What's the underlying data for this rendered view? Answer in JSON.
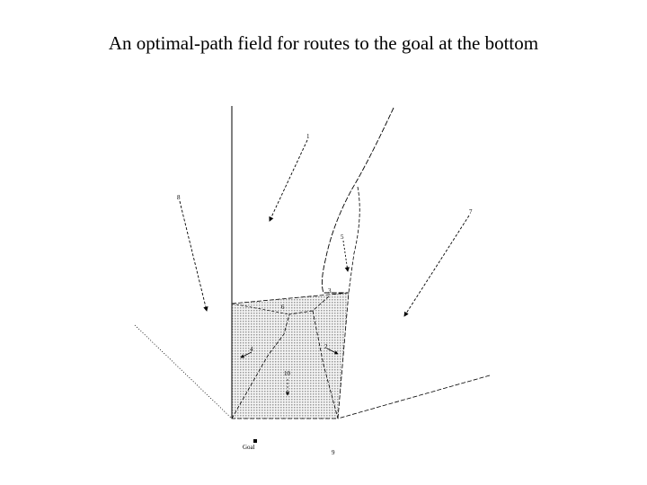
{
  "slide": {
    "title": "An optimal-path field for routes to the goal at the bottom"
  },
  "diagram": {
    "goal_label": "Goal",
    "region_labels": [
      "1",
      "2",
      "3",
      "4",
      "5",
      "6",
      "7",
      "8",
      "9",
      "10"
    ],
    "colors": {
      "stroke": "#000000",
      "region_fill": "#c8c8c8",
      "background": "#ffffff"
    }
  }
}
